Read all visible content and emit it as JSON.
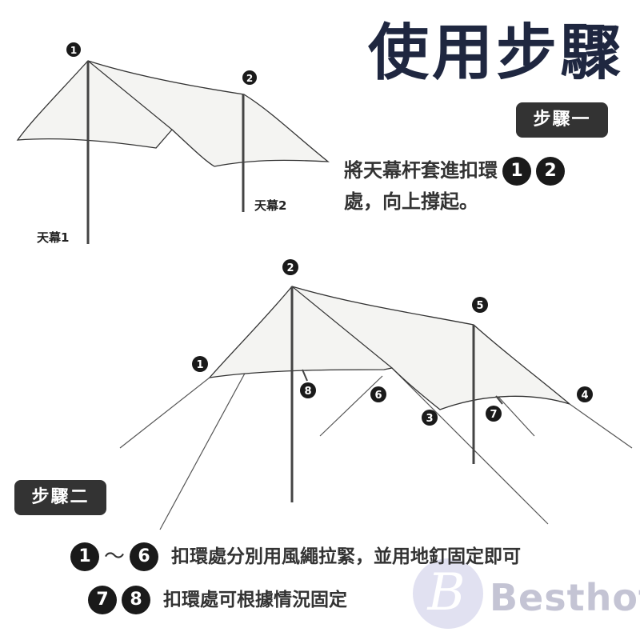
{
  "title": "使用步驟",
  "step1": {
    "badge": "步驟一",
    "text_line1": "將天幕杆套進扣環",
    "text_line2": "處，向上撐起。",
    "markers": [
      "1",
      "2"
    ],
    "diagram": {
      "marker1": "1",
      "marker2": "2",
      "pole1_label": "天幕1",
      "pole2_label": "天幕2"
    }
  },
  "step2": {
    "badge": "步驟二",
    "diagram": {
      "markers": [
        "1",
        "2",
        "3",
        "4",
        "5",
        "6",
        "7",
        "8"
      ]
    },
    "line1": {
      "from": "1",
      "tilde": "～",
      "to": "6",
      "text": "扣環處分別用風繩拉緊，並用地釘固定即可"
    },
    "line2": {
      "a": "7",
      "b": "8",
      "text": "扣環處可根據情況固定"
    }
  },
  "watermark": {
    "logo_letter": "B",
    "text": "Besthot"
  },
  "colors": {
    "title": "#1f2740",
    "badge_bg": "#333333",
    "marker_bg": "#1a1a1a",
    "tarp_fill": "#f4f4f2",
    "watermark": "#c4c4d4"
  }
}
